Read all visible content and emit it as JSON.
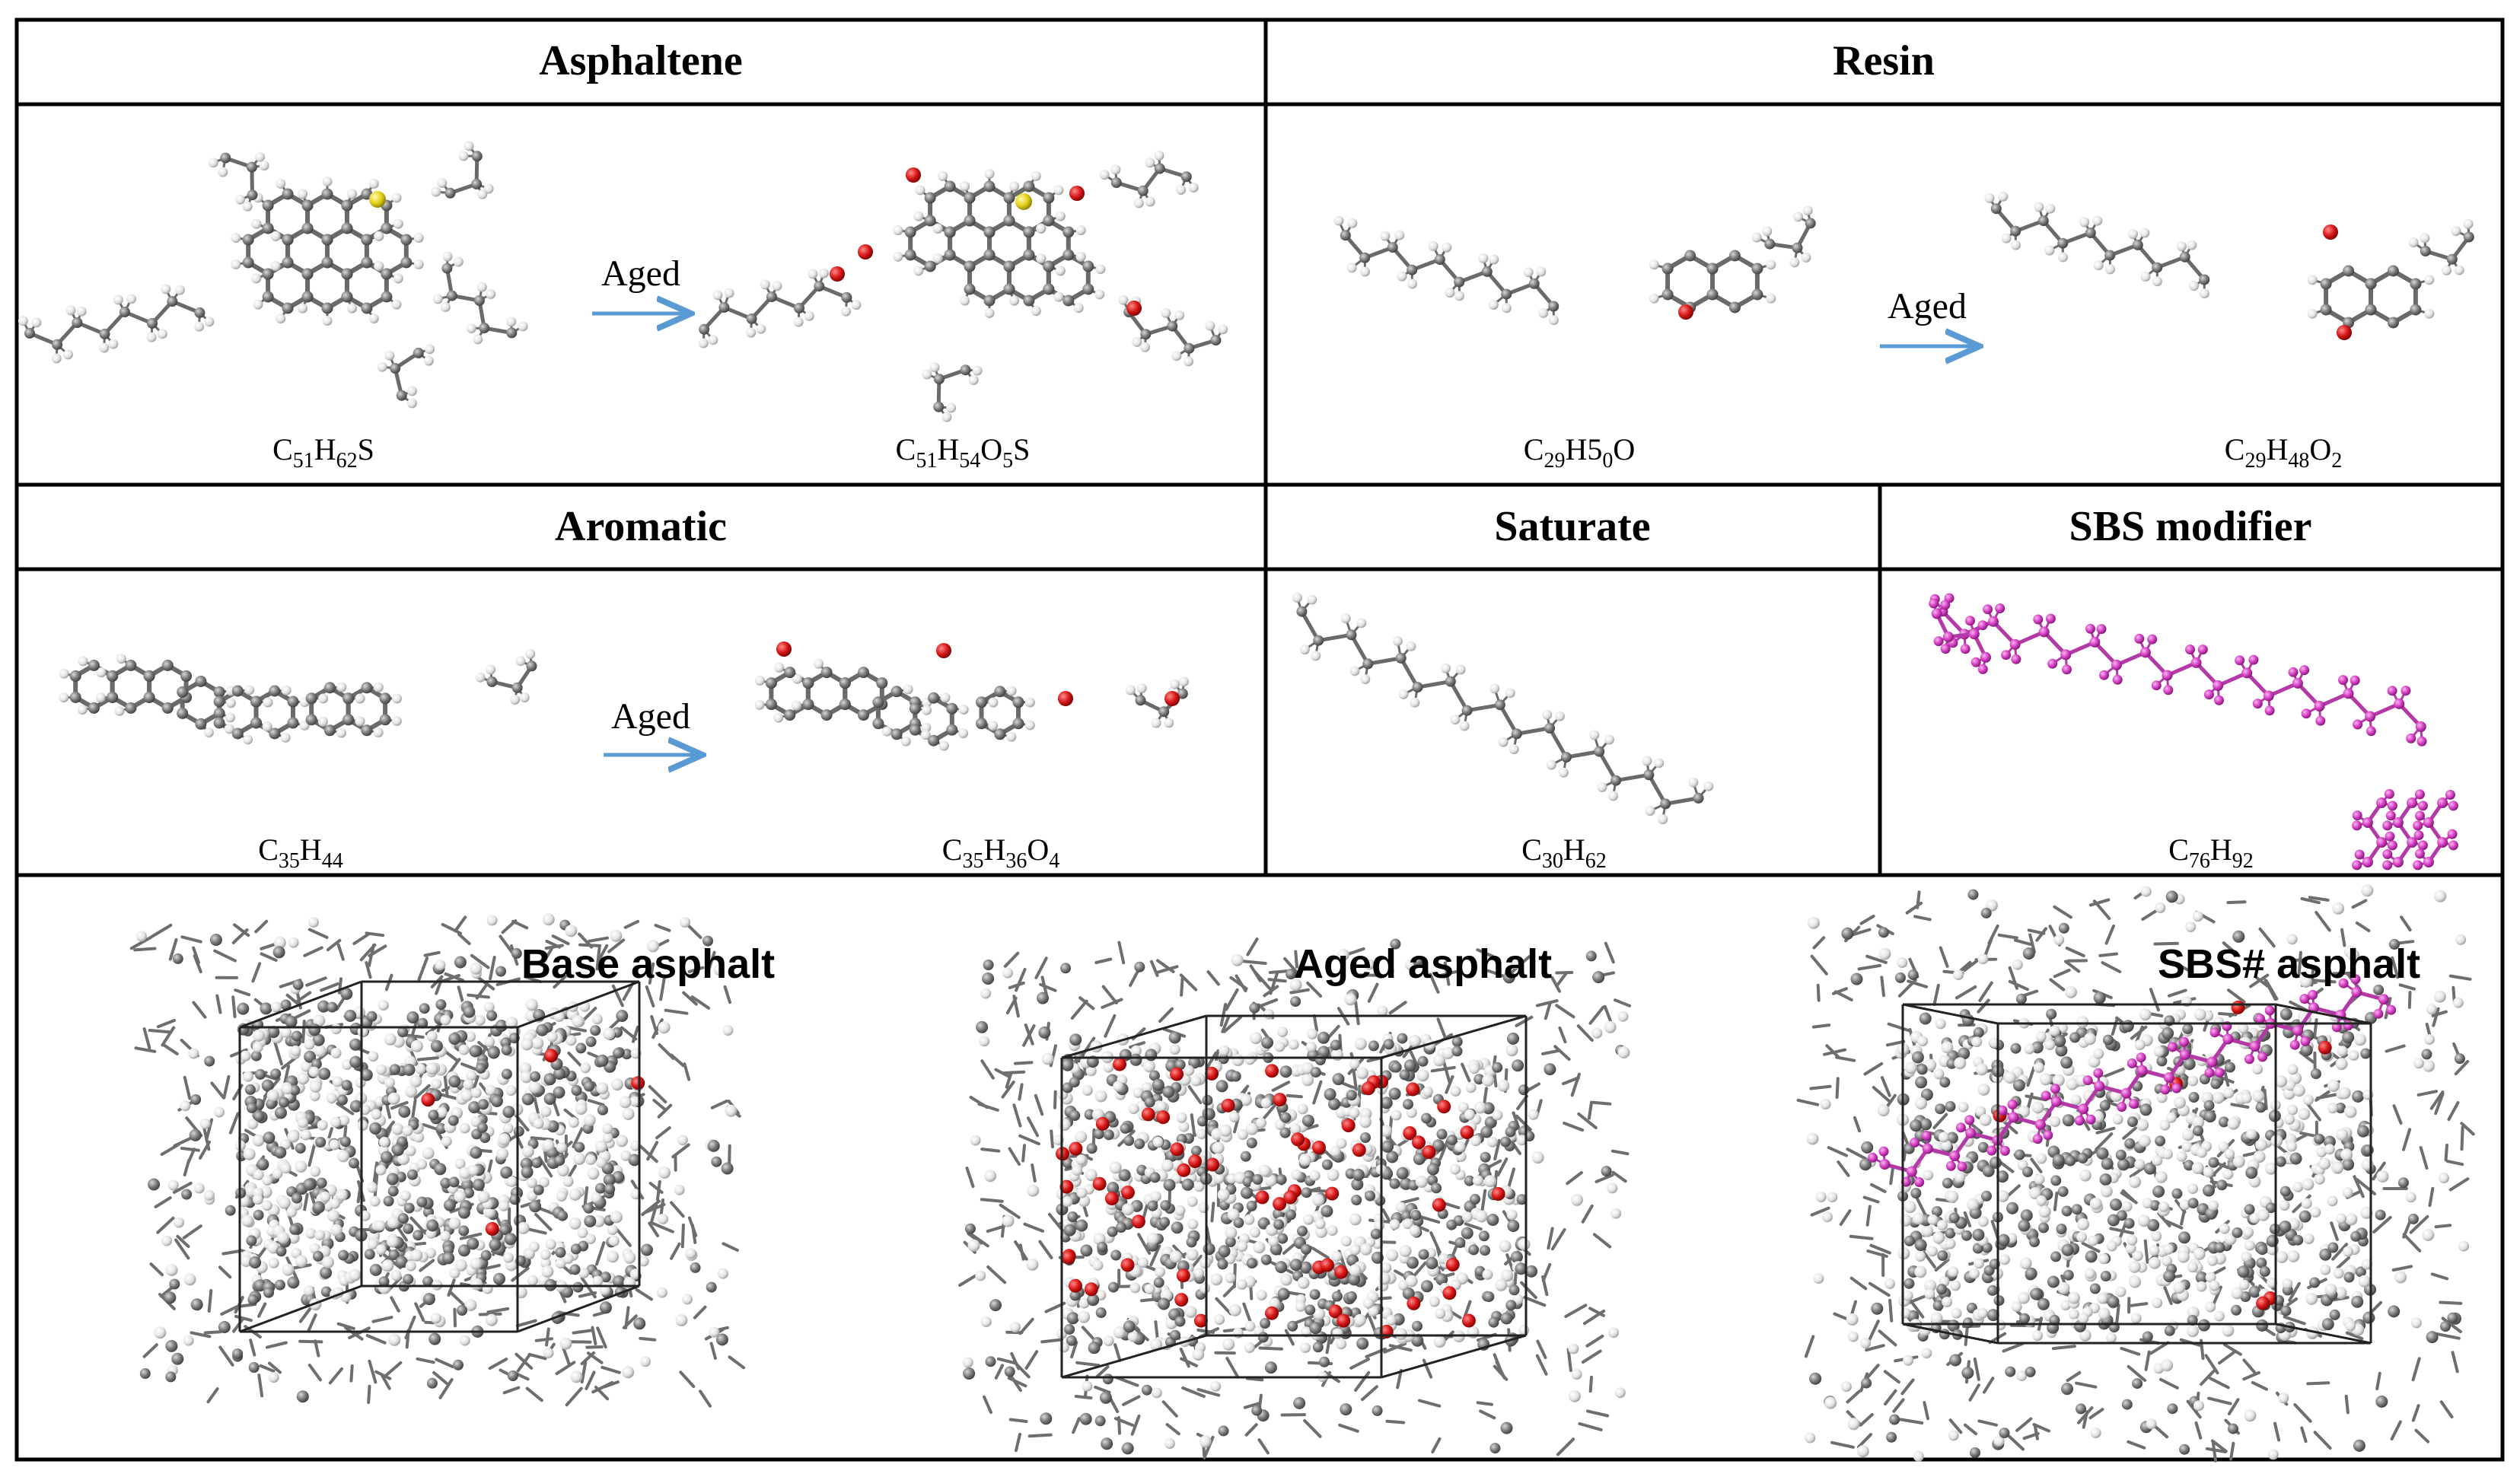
{
  "panels": {
    "asphaltene": {
      "title": "Asphaltene",
      "arrow_label": "Aged",
      "formula_before": {
        "parts": [
          [
            "C",
            ""
          ],
          [
            "51",
            "sub"
          ],
          [
            "H",
            ""
          ],
          [
            "62",
            "sub"
          ],
          [
            "S",
            ""
          ]
        ]
      },
      "formula_after": {
        "parts": [
          [
            "C",
            ""
          ],
          [
            "51",
            "sub"
          ],
          [
            "H",
            ""
          ],
          [
            "54",
            "sub"
          ],
          [
            "O",
            ""
          ],
          [
            "5",
            "sub"
          ],
          [
            "S",
            ""
          ]
        ]
      }
    },
    "resin": {
      "title": "Resin",
      "arrow_label": "Aged",
      "formula_before": {
        "parts": [
          [
            "C",
            ""
          ],
          [
            "29",
            "sub"
          ],
          [
            "H",
            ""
          ],
          [
            "5",
            ""
          ],
          [
            "0",
            "sub"
          ],
          [
            "O",
            ""
          ]
        ]
      },
      "formula_after": {
        "parts": [
          [
            "C",
            ""
          ],
          [
            "29",
            "sub"
          ],
          [
            "H",
            ""
          ],
          [
            "48",
            "sub"
          ],
          [
            "O",
            ""
          ],
          [
            "2",
            "sub"
          ]
        ]
      }
    },
    "aromatic": {
      "title": "Aromatic",
      "arrow_label": "Aged",
      "formula_before": {
        "parts": [
          [
            "C",
            ""
          ],
          [
            "35",
            "sub"
          ],
          [
            "H",
            ""
          ],
          [
            "44",
            "sub"
          ]
        ]
      },
      "formula_after": {
        "parts": [
          [
            "C",
            ""
          ],
          [
            "35",
            "sub"
          ],
          [
            "H",
            ""
          ],
          [
            "36",
            "sub"
          ],
          [
            "O",
            ""
          ],
          [
            "4",
            "sub"
          ]
        ]
      }
    },
    "saturate": {
      "title": "Saturate",
      "formula": {
        "parts": [
          [
            "C",
            ""
          ],
          [
            "30",
            "sub"
          ],
          [
            "H",
            ""
          ],
          [
            "62",
            "sub"
          ]
        ]
      }
    },
    "sbs": {
      "title": "SBS modifier",
      "formula": {
        "parts": [
          [
            "C",
            ""
          ],
          [
            "76",
            "sub"
          ],
          [
            "H",
            ""
          ],
          [
            "92",
            "sub"
          ]
        ]
      }
    }
  },
  "models": [
    {
      "label": "Base asphalt"
    },
    {
      "label": "Aged asphalt"
    },
    {
      "label": "SBS# asphalt"
    }
  ],
  "colors": {
    "carbon": "#7a7a7a",
    "hydrogen": "#e8e8e8",
    "oxygen": "#d81818",
    "sulfur": "#e6d21e",
    "sbs": "#d63fc4",
    "arrow": "#5b9bd5",
    "border": "#000000"
  }
}
